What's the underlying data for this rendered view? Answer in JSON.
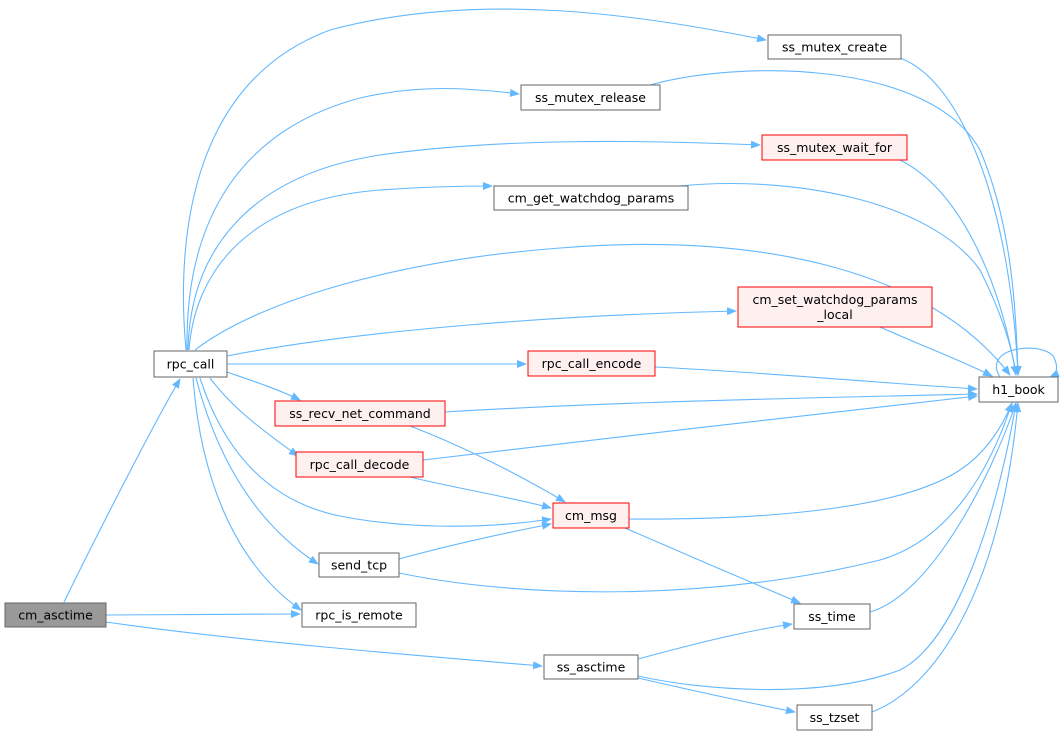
{
  "diagram": {
    "type": "call-graph",
    "nodes": {
      "cm_asctime": {
        "lines": [
          "cm_asctime"
        ],
        "style": "root"
      },
      "rpc_call": {
        "lines": [
          "rpc_call"
        ],
        "style": "normal"
      },
      "ss_mutex_create": {
        "lines": [
          "ss_mutex_create"
        ],
        "style": "normal"
      },
      "ss_mutex_release": {
        "lines": [
          "ss_mutex_release"
        ],
        "style": "normal"
      },
      "ss_mutex_wait_for": {
        "lines": [
          "ss_mutex_wait_for"
        ],
        "style": "highlight"
      },
      "cm_get_watchdog_params": {
        "lines": [
          "cm_get_watchdog_params"
        ],
        "style": "normal"
      },
      "cm_set_watchdog_params_local": {
        "lines": [
          "cm_set_watchdog_params",
          "_local"
        ],
        "style": "highlight"
      },
      "rpc_call_encode": {
        "lines": [
          "rpc_call_encode"
        ],
        "style": "highlight"
      },
      "ss_recv_net_command": {
        "lines": [
          "ss_recv_net_command"
        ],
        "style": "highlight"
      },
      "rpc_call_decode": {
        "lines": [
          "rpc_call_decode"
        ],
        "style": "highlight"
      },
      "cm_msg": {
        "lines": [
          "cm_msg"
        ],
        "style": "highlight"
      },
      "send_tcp": {
        "lines": [
          "send_tcp"
        ],
        "style": "normal"
      },
      "rpc_is_remote": {
        "lines": [
          "rpc_is_remote"
        ],
        "style": "normal"
      },
      "ss_asctime": {
        "lines": [
          "ss_asctime"
        ],
        "style": "normal"
      },
      "ss_time": {
        "lines": [
          "ss_time"
        ],
        "style": "normal"
      },
      "ss_tzset": {
        "lines": [
          "ss_tzset"
        ],
        "style": "normal"
      },
      "h1_book": {
        "lines": [
          "h1_book"
        ],
        "style": "normal"
      }
    },
    "edges": [
      [
        "cm_asctime",
        "rpc_call"
      ],
      [
        "cm_asctime",
        "rpc_is_remote"
      ],
      [
        "cm_asctime",
        "ss_asctime"
      ],
      [
        "rpc_call",
        "ss_mutex_create"
      ],
      [
        "rpc_call",
        "ss_mutex_release"
      ],
      [
        "rpc_call",
        "ss_mutex_wait_for"
      ],
      [
        "rpc_call",
        "cm_get_watchdog_params"
      ],
      [
        "rpc_call",
        "h1_book"
      ],
      [
        "rpc_call",
        "cm_set_watchdog_params_local"
      ],
      [
        "rpc_call",
        "rpc_call_encode"
      ],
      [
        "rpc_call",
        "ss_recv_net_command"
      ],
      [
        "rpc_call",
        "rpc_call_decode"
      ],
      [
        "rpc_call",
        "cm_msg"
      ],
      [
        "rpc_call",
        "send_tcp"
      ],
      [
        "rpc_call",
        "rpc_is_remote"
      ],
      [
        "ss_mutex_create",
        "h1_book"
      ],
      [
        "ss_mutex_release",
        "h1_book"
      ],
      [
        "ss_mutex_wait_for",
        "h1_book"
      ],
      [
        "cm_get_watchdog_params",
        "h1_book"
      ],
      [
        "cm_set_watchdog_params_local",
        "h1_book"
      ],
      [
        "rpc_call_encode",
        "h1_book"
      ],
      [
        "ss_recv_net_command",
        "h1_book"
      ],
      [
        "ss_recv_net_command",
        "cm_msg"
      ],
      [
        "rpc_call_decode",
        "h1_book"
      ],
      [
        "rpc_call_decode",
        "cm_msg"
      ],
      [
        "cm_msg",
        "h1_book"
      ],
      [
        "cm_msg",
        "ss_time"
      ],
      [
        "send_tcp",
        "cm_msg"
      ],
      [
        "send_tcp",
        "h1_book"
      ],
      [
        "ss_asctime",
        "ss_time"
      ],
      [
        "ss_asctime",
        "h1_book"
      ],
      [
        "ss_asctime",
        "ss_tzset"
      ],
      [
        "ss_time",
        "h1_book"
      ],
      [
        "ss_tzset",
        "h1_book"
      ],
      [
        "h1_book",
        "h1_book"
      ]
    ],
    "colors": {
      "edge": "#63b8ff",
      "normal_fill": "#ffffff",
      "normal_stroke": "#666666",
      "root_fill": "#999999",
      "root_stroke": "#666666",
      "highlight_fill": "#fff0f0",
      "highlight_stroke": "#ff0000"
    }
  }
}
